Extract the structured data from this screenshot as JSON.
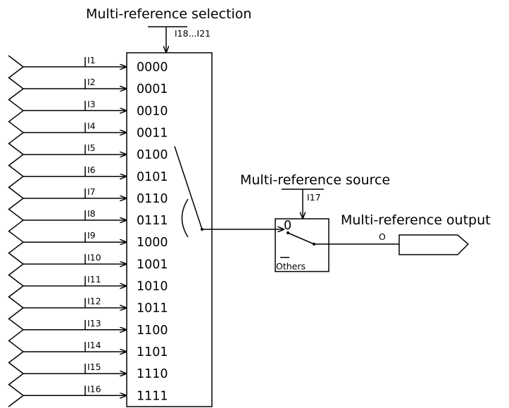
{
  "titles": {
    "selection": "Multi-reference selection",
    "source": "Multi-reference source",
    "output": "Multi-reference output"
  },
  "selection_signal": "I18...I21",
  "source_signal": "I17",
  "output_signal": "O",
  "switch": {
    "zero_label": "0",
    "others_label": "Others"
  },
  "inputs": [
    "I1",
    "I2",
    "I3",
    "I4",
    "I5",
    "I6",
    "I7",
    "I8",
    "I9",
    "I10",
    "I11",
    "I12",
    "I13",
    "I14",
    "I15",
    "I16"
  ],
  "codes": [
    "0000",
    "0001",
    "0010",
    "0011",
    "0100",
    "0101",
    "0110",
    "0111",
    "1000",
    "1001",
    "1010",
    "1011",
    "1100",
    "1101",
    "1110",
    "1111"
  ]
}
